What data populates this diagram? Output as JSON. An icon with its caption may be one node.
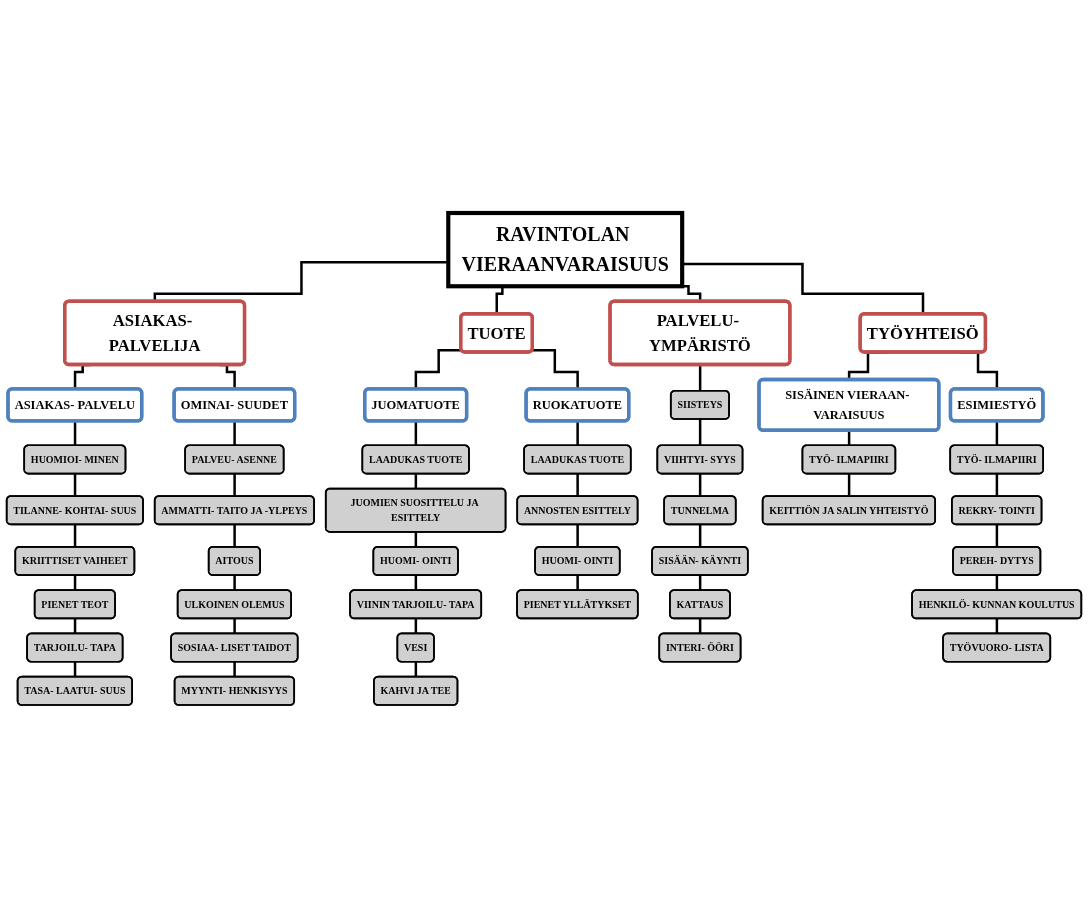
{
  "diagram": {
    "nodes": [
      {
        "text": [
          "RAVINTOLAN VIERAANVARAISUUS"
        ]
      },
      {
        "text": [
          "ASIAKAS- PALVELIJA"
        ]
      },
      {
        "text": [
          "TUOTE"
        ]
      },
      {
        "text": [
          "PALVELU- YMPÄRISTÖ"
        ]
      },
      {
        "text": [
          "TYÖYHTEISÖ"
        ]
      },
      {
        "text": [
          "ASIAKAS- PALVELU"
        ]
      },
      {
        "text": [
          "OMINAI- SUUDET"
        ]
      },
      {
        "text": [
          "JUOMATUOTE"
        ]
      },
      {
        "text": [
          "RUOKATUOTE"
        ]
      },
      {
        "text": [
          "SISÄINEN VIERAAN- VARAISUUS"
        ]
      },
      {
        "text": [
          "ESIMIESTYÖ"
        ]
      },
      {
        "text": [
          "HUOMIOI- MINEN"
        ]
      },
      {
        "text": [
          "TILANNE- KOHTAI- SUUS"
        ]
      },
      {
        "text": [
          "KRIITTISET VAIHEET"
        ]
      },
      {
        "text": [
          "PIENET TEOT"
        ]
      },
      {
        "text": [
          "TARJOILU- TAPA"
        ]
      },
      {
        "text": [
          "TASA- LAATUI- SUUS"
        ]
      },
      {
        "text": [
          "PALVEU- ASENNE"
        ]
      },
      {
        "text": [
          "AMMATTI- TAITO JA -YLPEYS"
        ]
      },
      {
        "text": [
          "AITOUS"
        ]
      },
      {
        "text": [
          "ULKOINEN OLEMUS"
        ]
      },
      {
        "text": [
          "SOSIAA- LISET TAIDOT"
        ]
      },
      {
        "text": [
          "MYYNTI- HENKISYYS"
        ]
      },
      {
        "text": [
          "LAADUKAS TUOTE"
        ]
      },
      {
        "text": [
          "JUOMIEN SUOSITTELU JA ESITTELY"
        ]
      },
      {
        "text": [
          "HUOMI- OINTI"
        ]
      },
      {
        "text": [
          "VIININ TARJOILU- TAPA"
        ]
      },
      {
        "text": [
          "VESI"
        ]
      },
      {
        "text": [
          "KAHVI JA TEE"
        ]
      },
      {
        "text": [
          "LAADUKAS TUOTE"
        ]
      },
      {
        "text": [
          "ANNOSTEN ESITTELY"
        ]
      },
      {
        "text": [
          "HUOMI- OINTI"
        ]
      },
      {
        "text": [
          "PIENET YLLÄTYKSET"
        ]
      },
      {
        "text": [
          "SIISTEYS"
        ]
      },
      {
        "text": [
          "VIIHTYI- SYYS"
        ]
      },
      {
        "text": [
          "TUNNELMA"
        ]
      },
      {
        "text": [
          "SISÄÄN- KÄYNTI"
        ]
      },
      {
        "text": [
          "KATTAUS"
        ]
      },
      {
        "text": [
          "INTERI- ÖÖRI"
        ]
      },
      {
        "text": [
          "TYÖ- ILMAPIIRI"
        ]
      },
      {
        "text": [
          "KEITTIÖN JA SALIN YHTEISTYÖ"
        ]
      },
      {
        "text": [
          "TYÖ- ILMAPIIRI"
        ]
      },
      {
        "text": [
          "REKRY- TOINTI"
        ]
      },
      {
        "text": [
          "PEREH- DYTYS"
        ]
      },
      {
        "text": [
          "HENKILÖ- KUNNAN KOULUTUS"
        ]
      },
      {
        "text": [
          "TYÖVUORO- LISTA"
        ]
      }
    ],
    "edges": [
      {
        "from": 0,
        "to": 1,
        "arrow": "none"
      },
      {
        "from": 0,
        "to": 2,
        "arrow": "none"
      },
      {
        "from": 0,
        "to": 3,
        "arrow": "none"
      },
      {
        "from": 0,
        "to": 4,
        "arrow": "none"
      },
      {
        "from": 1,
        "to": 5,
        "arrow": "none"
      },
      {
        "from": 1,
        "to": 6,
        "arrow": "none"
      },
      {
        "from": 2,
        "to": 7,
        "arrow": "none"
      },
      {
        "from": 2,
        "to": 8,
        "arrow": "none"
      },
      {
        "from": 3,
        "to": 33,
        "arrow": "none"
      },
      {
        "from": 4,
        "to": 9,
        "arrow": "none"
      },
      {
        "from": 4,
        "to": 10,
        "arrow": "none"
      },
      {
        "from": 5,
        "to": 11,
        "arrow": "none"
      },
      {
        "from": 11,
        "to": 12,
        "arrow": "none"
      },
      {
        "from": 12,
        "to": 13,
        "arrow": "none"
      },
      {
        "from": 13,
        "to": 14,
        "arrow": "none"
      },
      {
        "from": 14,
        "to": 15,
        "arrow": "none"
      },
      {
        "from": 15,
        "to": 16,
        "arrow": "none"
      },
      {
        "from": 6,
        "to": 17,
        "arrow": "none"
      },
      {
        "from": 17,
        "to": 18,
        "arrow": "none"
      },
      {
        "from": 18,
        "to": 19,
        "arrow": "none"
      },
      {
        "from": 19,
        "to": 20,
        "arrow": "none"
      },
      {
        "from": 20,
        "to": 21,
        "arrow": "none"
      },
      {
        "from": 21,
        "to": 22,
        "arrow": "none"
      },
      {
        "from": 7,
        "to": 23,
        "arrow": "none"
      },
      {
        "from": 23,
        "to": 24,
        "arrow": "none"
      },
      {
        "from": 24,
        "to": 25,
        "arrow": "none"
      },
      {
        "from": 25,
        "to": 26,
        "arrow": "none"
      },
      {
        "from": 26,
        "to": 27,
        "arrow": "none"
      },
      {
        "from": 27,
        "to": 28,
        "arrow": "none"
      },
      {
        "from": 8,
        "to": 29,
        "arrow": "none"
      },
      {
        "from": 29,
        "to": 30,
        "arrow": "none"
      },
      {
        "from": 30,
        "to": 31,
        "arrow": "none"
      },
      {
        "from": 31,
        "to": 32,
        "arrow": "none"
      },
      {
        "from": 33,
        "to": 34,
        "arrow": "none"
      },
      {
        "from": 34,
        "to": 35,
        "arrow": "none"
      },
      {
        "from": 35,
        "to": 36,
        "arrow": "none"
      },
      {
        "from": 36,
        "to": 37,
        "arrow": "none"
      },
      {
        "from": 37,
        "to": 38,
        "arrow": "none"
      },
      {
        "from": 9,
        "to": 39,
        "arrow": "none"
      },
      {
        "from": 39,
        "to": 40,
        "arrow": "none"
      },
      {
        "from": 10,
        "to": 41,
        "arrow": "none"
      },
      {
        "from": 41,
        "to": 42,
        "arrow": "none"
      },
      {
        "from": 42,
        "to": 43,
        "arrow": "none"
      },
      {
        "from": 43,
        "to": 44,
        "arrow": "none"
      },
      {
        "from": 44,
        "to": 45,
        "arrow": "none"
      }
    ]
  }
}
